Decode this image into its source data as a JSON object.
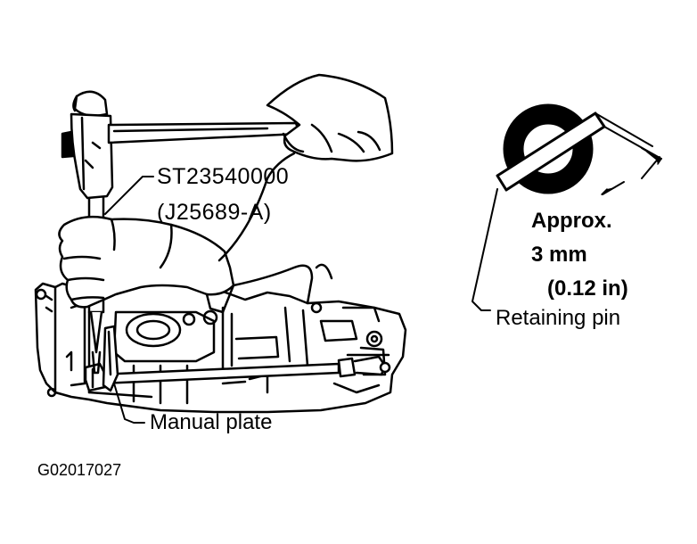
{
  "labels": {
    "tool_number": "ST23540000",
    "tool_alt_number": "(J25689-A)",
    "approx": "Approx.",
    "dimension_mm": "3 mm",
    "dimension_in": "(0.12 in)",
    "retaining_pin": "Retaining pin",
    "manual_plate": "Manual plate",
    "figure_code": "G02017027"
  },
  "icons": [
    "hammer-icon",
    "hand-icon",
    "punch-tool-icon",
    "pin-cross-section-icon",
    "transmission-body-icon"
  ]
}
